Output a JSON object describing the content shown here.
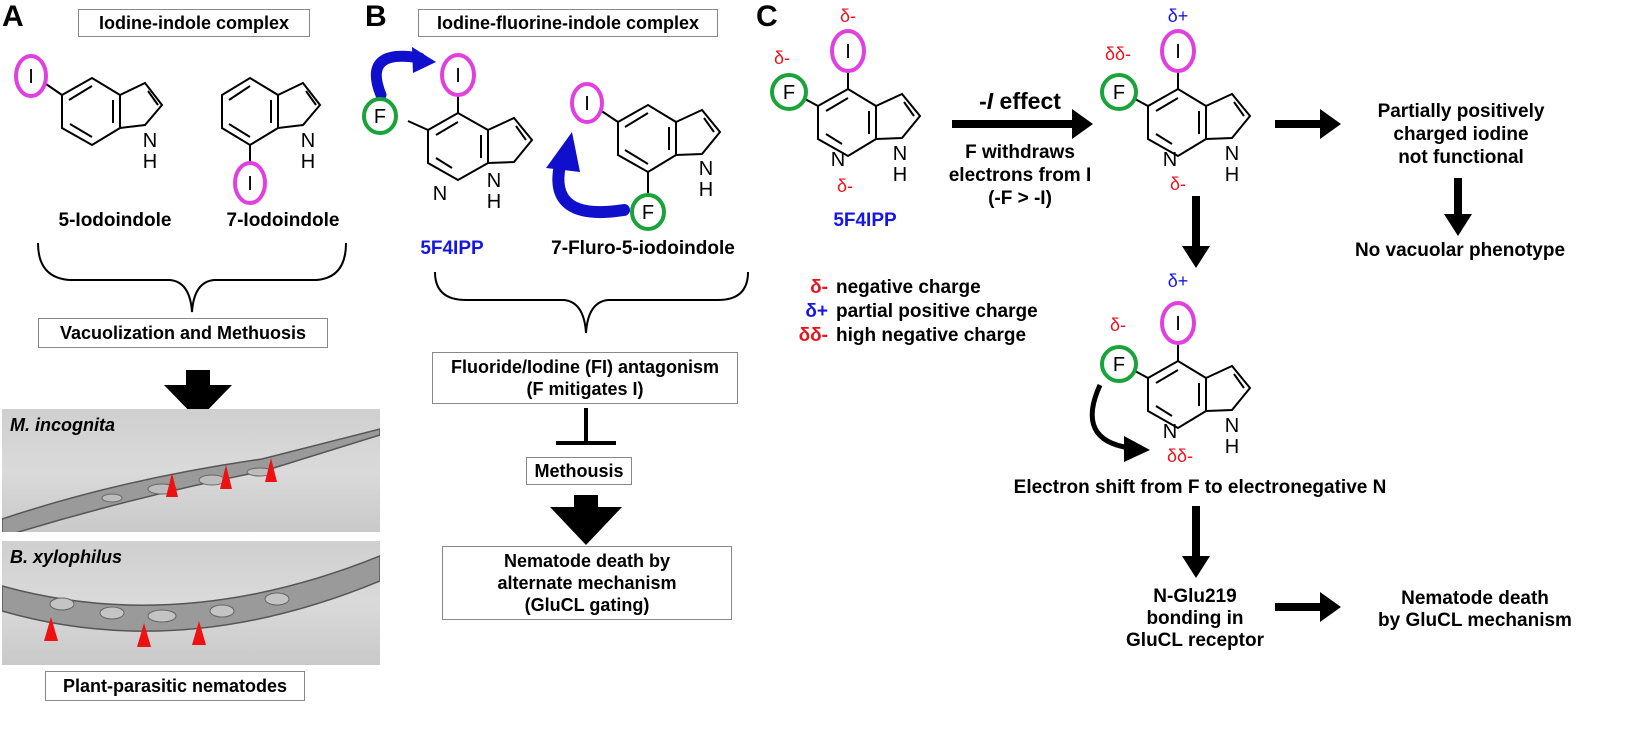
{
  "panels": {
    "A": {
      "letter": "A",
      "title_box": "Iodine-indole complex",
      "compound1": "5-Iodoindole",
      "compound2": "7-Iodoindole",
      "process_box": "Vacuolization and Methuosis",
      "worm1_species": "M. incognita",
      "worm2_species": "B. xylophilus",
      "bottom_box": "Plant-parasitic nematodes"
    },
    "B": {
      "letter": "B",
      "title_box": "Iodine-fluorine-indole complex",
      "compound1": "5F4IPP",
      "compound2": "7-Fluro-5-iodoindole",
      "antagonism_box_line1": "Fluoride/Iodine (FI) antagonism",
      "antagonism_box_line2": "(F mitigates I)",
      "methuosis_box": "Methousis",
      "death_box_line1": "Nematode death by",
      "death_box_line2": "alternate mechanism",
      "death_box_line3": "(GluCL gating)"
    },
    "C": {
      "letter": "C",
      "compound_label": "5F4IPP",
      "effect_prefix": "-",
      "effect_italic": "I",
      "effect_suffix": " effect",
      "withdraw_line1": "F withdraws",
      "withdraw_line2": "electrons from I",
      "withdraw_line3": "(-F > -I)",
      "partial_line1": "Partially positively",
      "partial_line2": "charged iodine",
      "partial_line3": "not functional",
      "no_vacuolar": "No vacuolar phenotype",
      "electron_shift": "Electron shift from F to electronegative N",
      "bond_line1": "N-Glu219",
      "bond_line2": "bonding in",
      "bond_line3": "GluCL receptor",
      "death_line1": "Nematode death",
      "death_line2": "by GluCL mechanism",
      "legend": [
        {
          "symbol": "δ-",
          "text": "negative charge",
          "color": "#e8141c"
        },
        {
          "symbol": "δ+",
          "text": "partial positive charge",
          "color": "#1515e6"
        },
        {
          "symbol": "δδ-",
          "text": "high negative charge",
          "color": "#e8141c"
        }
      ]
    }
  },
  "atoms": {
    "I": "I",
    "F": "F",
    "N": "N",
    "H": "H"
  },
  "charges": {
    "neg": "δ-",
    "pos": "δ+",
    "high_neg": "δδ-"
  },
  "colors": {
    "iodine_circle": "#e040e0",
    "fluorine_circle": "#1aa33a",
    "negative": "#e8141c",
    "positive": "#1515e6",
    "curved_arrow_blue": "#1010cc",
    "arrowhead_red": "#ee1111"
  }
}
